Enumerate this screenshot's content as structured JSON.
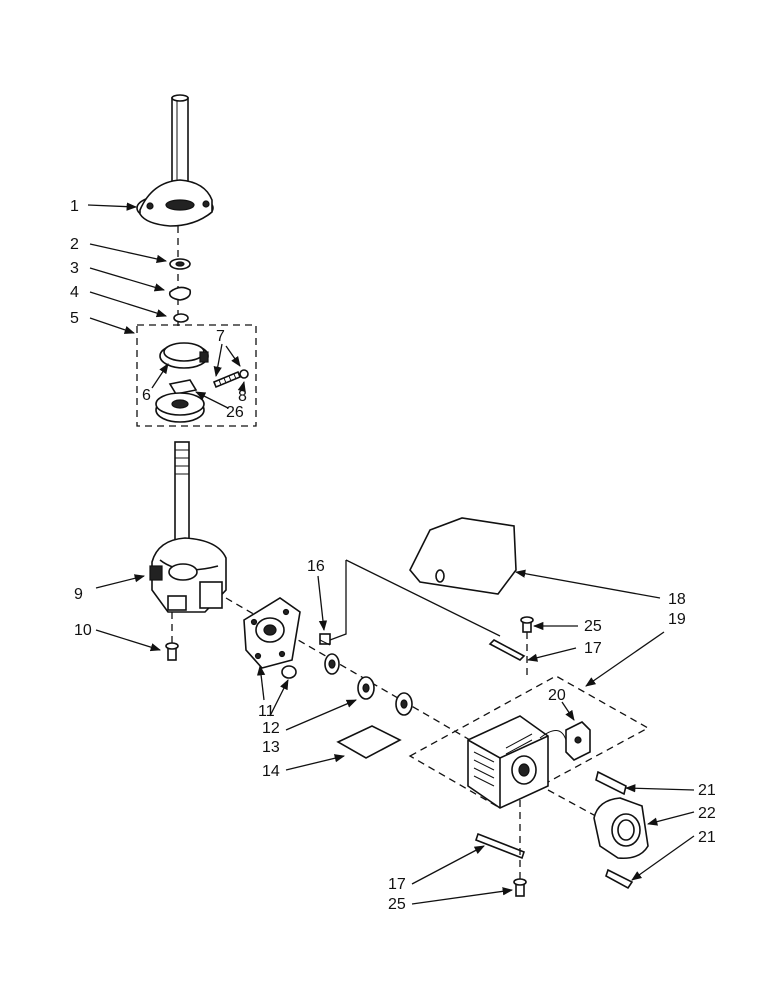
{
  "callouts": [
    {
      "id": "1",
      "text": "1"
    },
    {
      "id": "2",
      "text": "2"
    },
    {
      "id": "3",
      "text": "3"
    },
    {
      "id": "4",
      "text": "4"
    },
    {
      "id": "5",
      "text": "5"
    },
    {
      "id": "6",
      "text": "6"
    },
    {
      "id": "7",
      "text": "7"
    },
    {
      "id": "8",
      "text": "8"
    },
    {
      "id": "26",
      "text": "26"
    },
    {
      "id": "9",
      "text": "9"
    },
    {
      "id": "10",
      "text": "10"
    },
    {
      "id": "16",
      "text": "16"
    },
    {
      "id": "11",
      "text": "11"
    },
    {
      "id": "12",
      "text": "12"
    },
    {
      "id": "13",
      "text": "13"
    },
    {
      "id": "14",
      "text": "14"
    },
    {
      "id": "18",
      "text": "18"
    },
    {
      "id": "25a",
      "text": "25"
    },
    {
      "id": "19",
      "text": "19"
    },
    {
      "id": "17a",
      "text": "17"
    },
    {
      "id": "20",
      "text": "20"
    },
    {
      "id": "21a",
      "text": "21"
    },
    {
      "id": "22",
      "text": "22"
    },
    {
      "id": "21b",
      "text": "21"
    },
    {
      "id": "17b",
      "text": "17"
    },
    {
      "id": "25b",
      "text": "25"
    }
  ]
}
